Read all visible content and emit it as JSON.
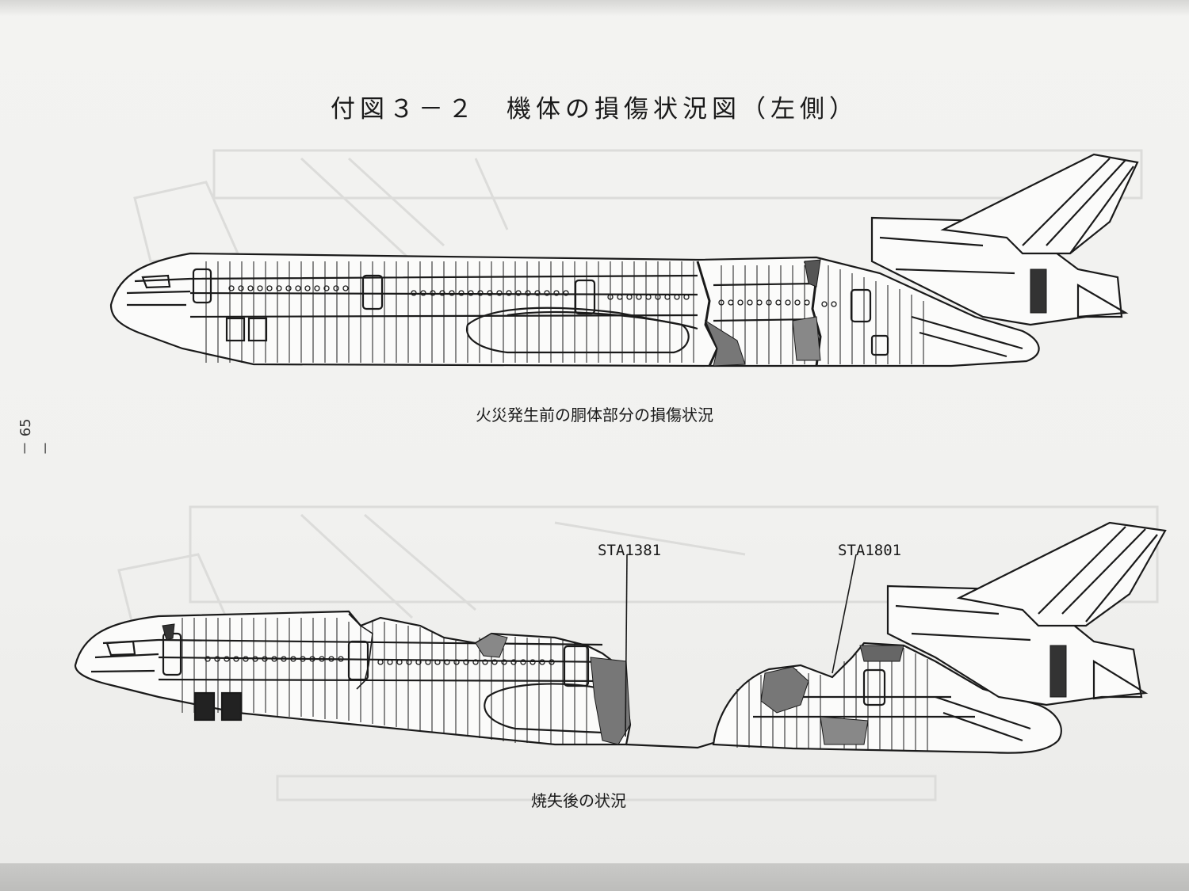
{
  "title": "付図３－２　機体の損傷状況図（左側）",
  "caption_before": "火災発生前の胴体部分の損傷状況",
  "caption_after": "焼失後の状況",
  "station_left": "STA1381",
  "station_right": "STA1801",
  "page_number": "－ 65 －",
  "colors": {
    "paper": "#f2f2f0",
    "ink": "#1a1a1a",
    "ghost": "#dcdcda"
  }
}
